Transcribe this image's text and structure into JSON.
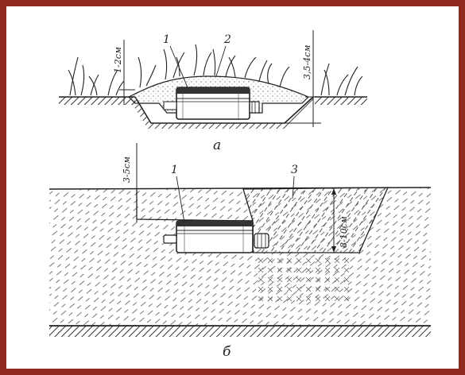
{
  "figure": {
    "frame_color": "#8e2a20",
    "line_color": "#222222",
    "diagram_a": {
      "caption": "а",
      "labels": [
        "1",
        "2"
      ],
      "dims": {
        "left": "1-2см",
        "right": "3,5-4см"
      }
    },
    "diagram_b": {
      "caption": "б",
      "labels": [
        "1",
        "3"
      ],
      "dims": {
        "top": "3-5см",
        "right": "8-10см"
      }
    }
  }
}
